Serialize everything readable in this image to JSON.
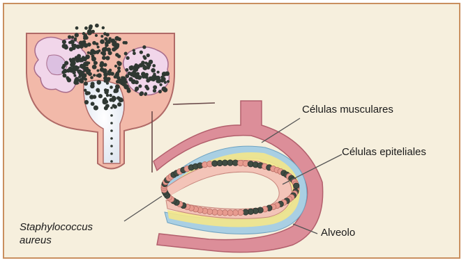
{
  "figure": {
    "labels": {
      "muscle_cells": "Células musculares",
      "epithelial_cells": "Células epiteliales",
      "bacteria_line1": "Staphylococcus",
      "bacteria_line2": "aureus",
      "alveolus": "Alveolo"
    },
    "colors": {
      "background": "#f6efdd",
      "border": "#c98f5e",
      "gland_tissue": "#f2b9a9",
      "gland_outline": "#b06a67",
      "lobule_fill": "#f1d6ea",
      "duct_fill": "#e9eef6",
      "alveolus_wall": "#dc8e99",
      "epithelial_cell": "#e79b8f",
      "bacteria": "#3f4b42",
      "muscle_layer_blue": "#a9cfe3",
      "muscle_layer_yellow": "#f3e58a"
    }
  }
}
